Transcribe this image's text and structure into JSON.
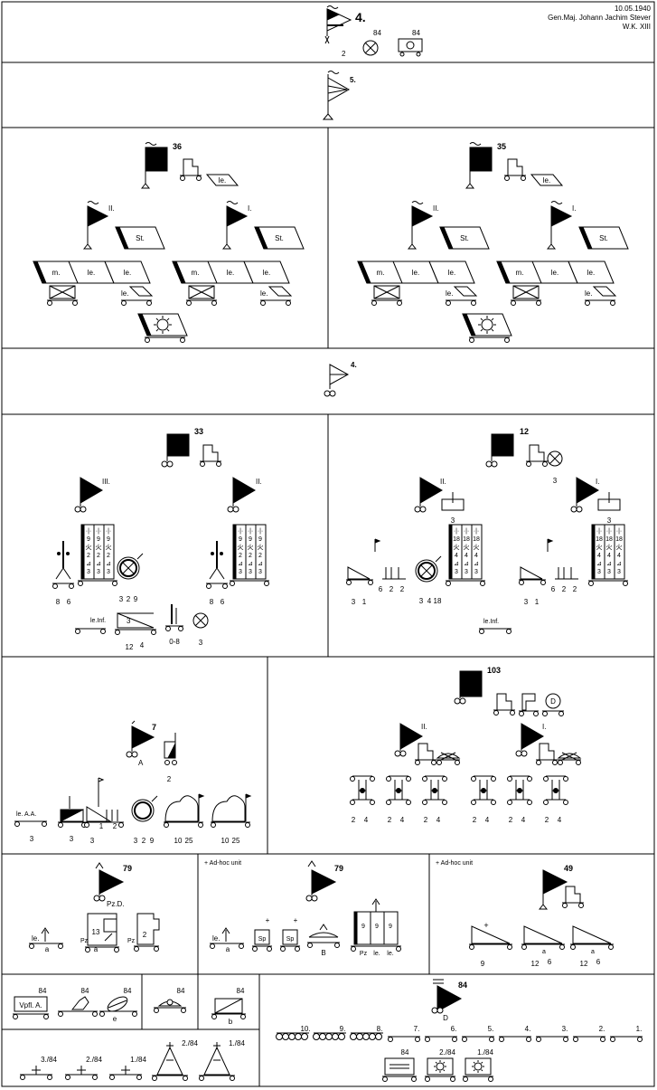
{
  "header": {
    "date": "10.05.1940",
    "commander": "Gen.Maj. Johann Jachim Stever",
    "wk": "W.K. XIII",
    "division_no": "4.",
    "hq_sub": "2",
    "hq_signal_no": "84",
    "hq_vehicle_no": "84"
  },
  "brigade": {
    "label": "5."
  },
  "panzer_regiments": [
    {
      "number": "36",
      "sec_label": "le.",
      "battalions": [
        {
          "label": "II.",
          "staff": "St.",
          "companies": [
            "m.",
            "le.",
            "le."
          ],
          "sub_le": "le."
        },
        {
          "label": "I.",
          "staff": "St.",
          "companies": [
            "m.",
            "le.",
            "le."
          ],
          "sub_le": "le."
        }
      ]
    },
    {
      "number": "35",
      "sec_label": "le.",
      "battalions": [
        {
          "label": "II.",
          "staff": "St.",
          "companies": [
            "m.",
            "le.",
            "le."
          ],
          "sub_le": "le."
        },
        {
          "label": "I.",
          "staff": "St.",
          "companies": [
            "m.",
            "le.",
            "le."
          ],
          "sub_le": "le."
        }
      ]
    }
  ],
  "rifle_brigade": {
    "label": "4."
  },
  "rifle_regiments": [
    {
      "number": "33",
      "bn_left": "III.",
      "bn_right": "II.",
      "company_cols": [
        [
          "·|·",
          "9",
          "火",
          "2",
          "⊿",
          "3"
        ],
        [
          "·|·",
          "9",
          "火",
          "2",
          "⊿",
          "3"
        ],
        [
          "·|·",
          "9",
          "火",
          "2",
          "⊿",
          "3"
        ]
      ],
      "mg_nums": [
        "8",
        "6"
      ],
      "gun_nums": [
        "3",
        "2",
        "9"
      ],
      "le_inf": "le.Inf.",
      "pio_nums": [
        "3",
        "12",
        "4"
      ],
      "flak_range": "0-8",
      "small_sub": "3"
    },
    {
      "number": "12",
      "bn_left": "II.",
      "bn_right": "I.",
      "hq_sub": "3",
      "bn_sub": "3",
      "company_cols": [
        [
          "·|·",
          "18",
          "火",
          "4",
          "⊿",
          "3"
        ],
        [
          "·|·",
          "18",
          "火",
          "4",
          "⊿",
          "3"
        ],
        [
          "·|·",
          "18",
          "火",
          "4",
          "⊿",
          "3"
        ]
      ],
      "art_nums": [
        "3",
        "1"
      ],
      "misc_nums": [
        "6",
        "2",
        "2"
      ],
      "gun_nums": [
        "3",
        "4",
        "18"
      ],
      "le_inf": "le.Inf."
    }
  ],
  "recon": {
    "number": "7",
    "sub_a": "A",
    "sub_2": "2",
    "aa_label": "le. A.A.",
    "aa_sub": "3",
    "nums_1": [
      "3"
    ],
    "nums_2": [
      "3",
      "1",
      "2"
    ],
    "gun_nums": [
      "3",
      "2",
      "9"
    ],
    "art_1": [
      "10",
      "25"
    ],
    "art_2": [
      "10",
      "25"
    ]
  },
  "artillery": {
    "number": "103",
    "d_label": "D",
    "bn_left": "II.",
    "bn_right": "I.",
    "battery_nums": [
      [
        "2",
        "4"
      ],
      [
        "2",
        "4"
      ],
      [
        "2",
        "4"
      ],
      [
        "2",
        "4"
      ],
      [
        "2",
        "4"
      ],
      [
        "2",
        "4"
      ]
    ]
  },
  "antitank": {
    "number": "79",
    "pzd": "Pz.D.",
    "le_label": "le.",
    "a_label": "a",
    "pz_label": "Pz",
    "n13": "13",
    "n2": "2"
  },
  "pionier": {
    "adhoc": "+ Ad-hoc unit",
    "number": "79",
    "le_label": "le.",
    "a_label": "a",
    "sp1": "Sp",
    "sp2": "Sp",
    "b_label": "B",
    "cols": [
      "9",
      "9",
      "9"
    ],
    "bottom": [
      "Pz",
      "le.",
      "le."
    ]
  },
  "flak": {
    "adhoc": "+ Ad-hoc unit",
    "number": "49",
    "guns": [
      {
        "n": "9",
        "a": ""
      },
      {
        "n": "12",
        "a": "a",
        "m": "6"
      },
      {
        "n": "12",
        "a": "a",
        "m": "6"
      }
    ]
  },
  "services": {
    "vpfl": "Vpfl. A.",
    "n84": [
      "84",
      "84",
      "84",
      "84",
      "84"
    ],
    "e_label": "e",
    "b_label": "b",
    "fractions": [
      "3./84",
      "2./84",
      "1./84",
      "2./84",
      "1./84"
    ]
  },
  "supply": {
    "number": "84",
    "d_label": "D",
    "columns": [
      "10.",
      "9.",
      "8.",
      "7.",
      "6.",
      "5.",
      "4.",
      "3.",
      "2.",
      "1."
    ],
    "bottom": [
      "84",
      "2./84",
      "1./84"
    ]
  }
}
